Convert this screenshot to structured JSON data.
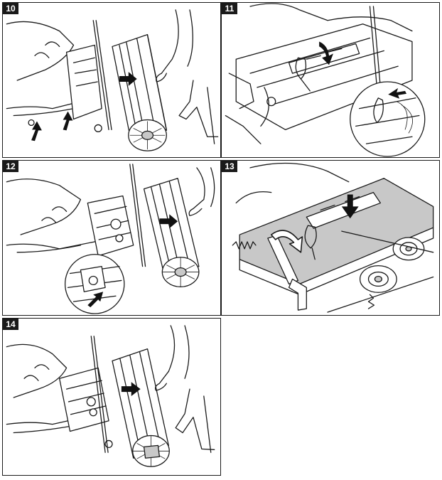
{
  "panels": [
    {
      "number": "10",
      "icon": "sweeper-attach-illustration"
    },
    {
      "number": "11",
      "icon": "lock-lever-illustration"
    },
    {
      "number": "12",
      "icon": "sweeper-push-illustration"
    },
    {
      "number": "13",
      "icon": "lever-rotate-illustration"
    },
    {
      "number": "14",
      "icon": "sweeper-secured-illustration"
    }
  ],
  "colors": {
    "line": "#1a1a1a",
    "shade": "#c8c8c8",
    "background": "#ffffff"
  }
}
